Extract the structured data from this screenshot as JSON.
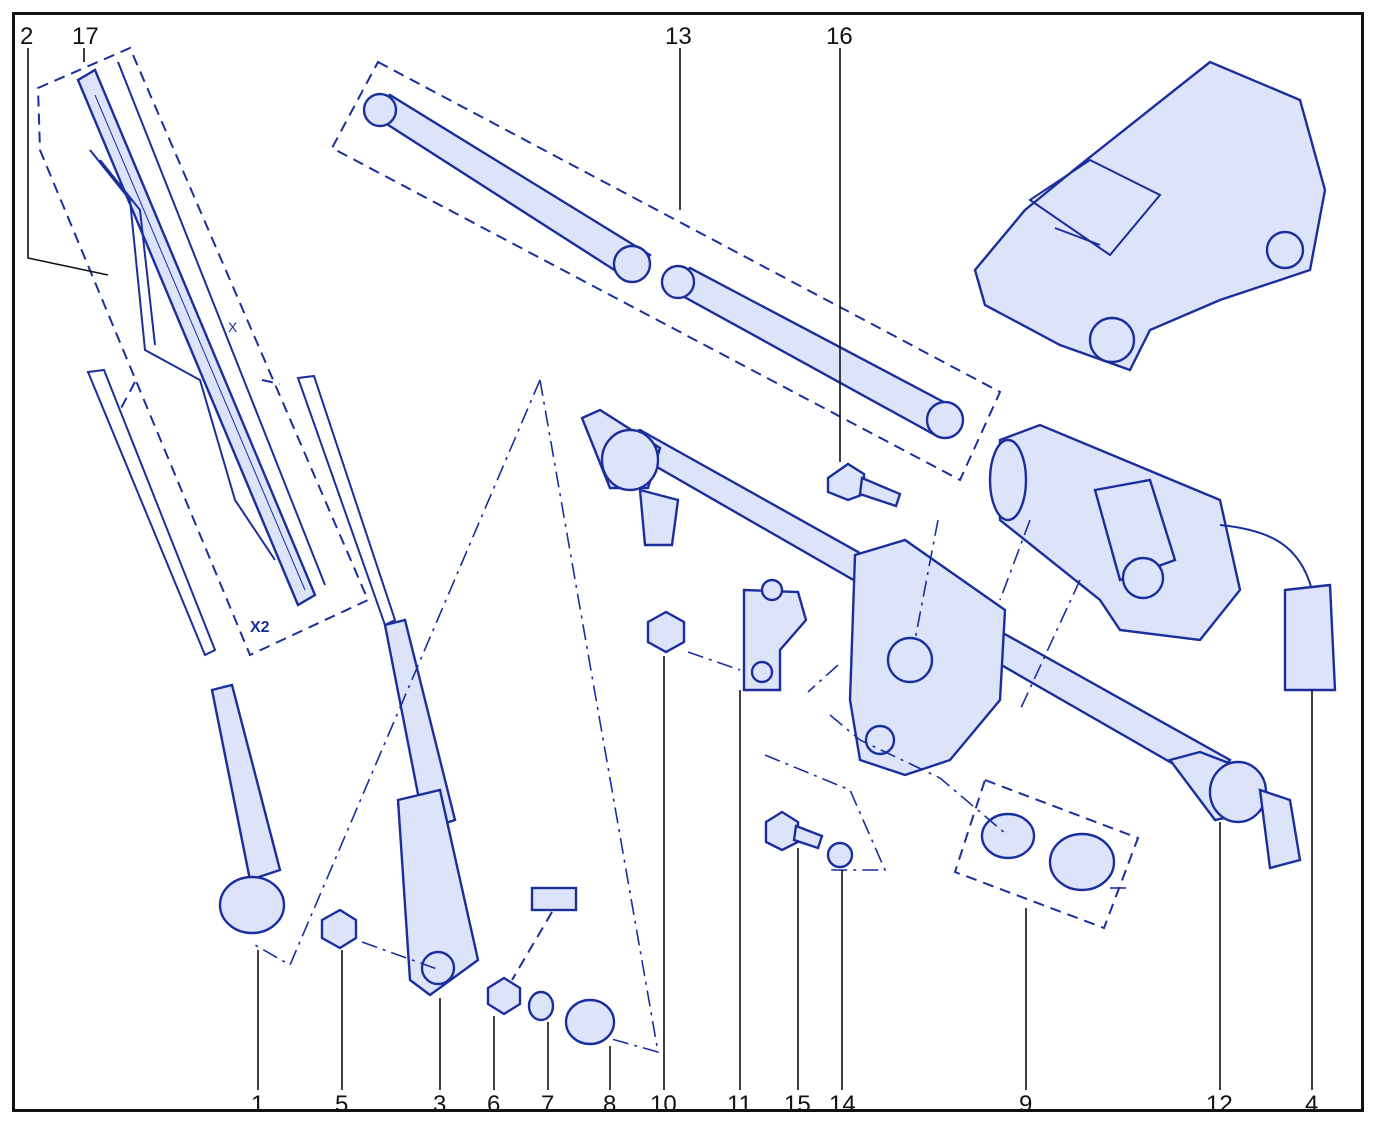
{
  "colors": {
    "line": "#1a2f9c",
    "fill": "#dde4fa",
    "text": "#111111",
    "background": "#ffffff"
  },
  "callouts": {
    "c1": "1",
    "c2": "2",
    "c3": "3",
    "c4": "4",
    "c5": "5",
    "c6": "6",
    "c7": "7",
    "c8": "8",
    "c9": "9",
    "c10": "10",
    "c11": "11",
    "c12": "12",
    "c13": "13",
    "c14": "14",
    "c15": "15",
    "c16": "16",
    "c17": "17"
  },
  "annotations": {
    "quantity": "X2",
    "length_mark": "X"
  }
}
